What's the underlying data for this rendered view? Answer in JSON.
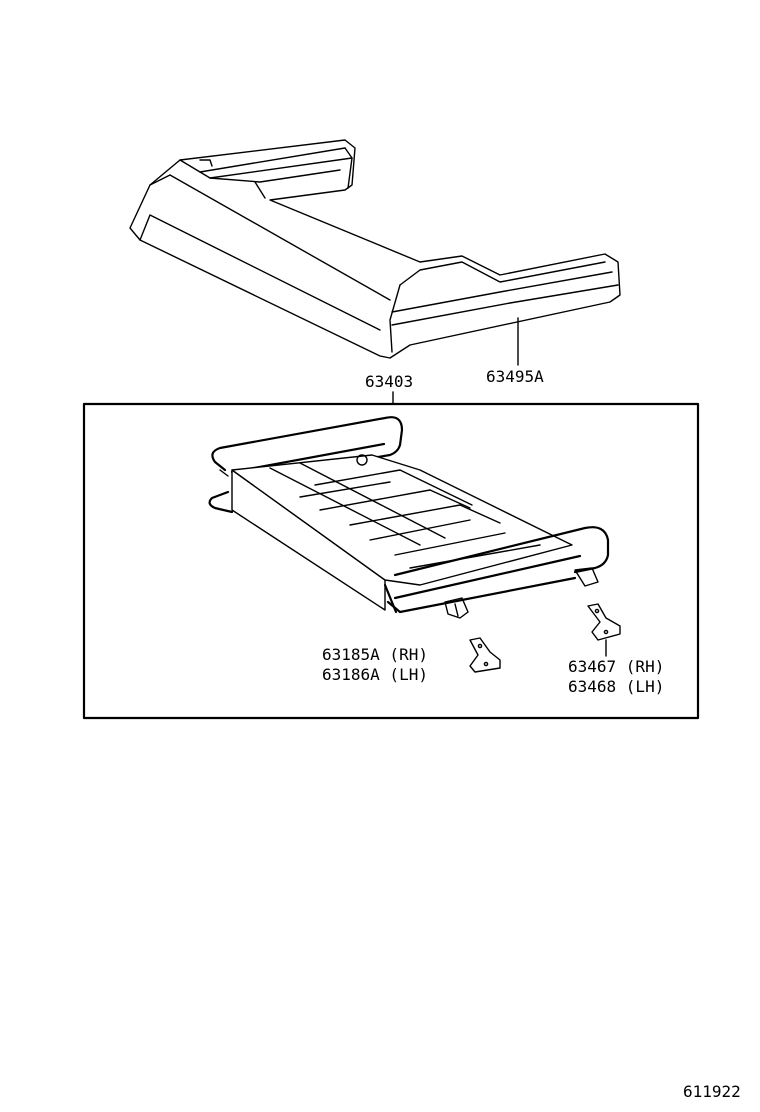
{
  "parts": {
    "rack_cover": "63495A",
    "rack_assembly": "63403",
    "bracket_front_rh": "63185A (RH)",
    "bracket_front_lh": "63186A (LH)",
    "bracket_rear_rh": "63467 (RH)",
    "bracket_rear_lh": "63468 (LH)"
  },
  "figure_code": "611922"
}
